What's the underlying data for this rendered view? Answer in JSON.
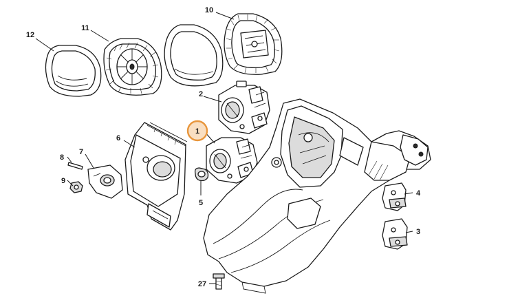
{
  "diagram": {
    "callouts": [
      {
        "id": "c1",
        "label": "1",
        "highlighted": true
      },
      {
        "id": "c2",
        "label": "2"
      },
      {
        "id": "c3",
        "label": "3"
      },
      {
        "id": "c4",
        "label": "4"
      },
      {
        "id": "c5",
        "label": "5"
      },
      {
        "id": "c6",
        "label": "6"
      },
      {
        "id": "c7",
        "label": "7"
      },
      {
        "id": "c8",
        "label": "8"
      },
      {
        "id": "c9",
        "label": "9"
      },
      {
        "id": "c10",
        "label": "10"
      },
      {
        "id": "c11",
        "label": "11"
      },
      {
        "id": "c12",
        "label": "12"
      },
      {
        "id": "c27",
        "label": "27"
      }
    ],
    "colors": {
      "highlight_ring": "#e8963c",
      "highlight_fill": "#f9dfc2",
      "line": "#1a1a1a",
      "part_shade": "#dcdcdc"
    }
  }
}
